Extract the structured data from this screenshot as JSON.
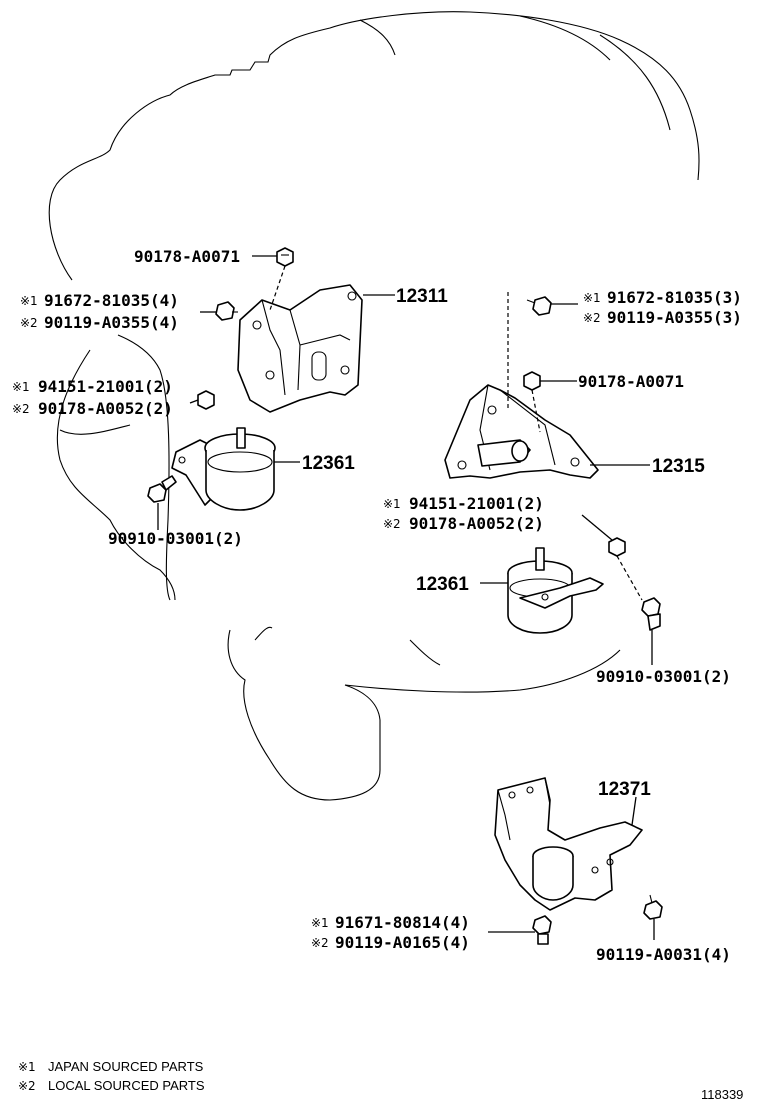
{
  "parts": {
    "p12311": "12311",
    "p12315": "12315",
    "p12361_left": "12361",
    "p12361_right": "12361",
    "p12371": "12371"
  },
  "callouts": {
    "nut_top_left": "90178-A0071",
    "bolt_left_1": "91672-81035(4)",
    "bolt_left_2": "90119-A0355(4)",
    "nut_left_1": "94151-21001(2)",
    "nut_left_2": "90178-A0052(2)",
    "bolt_left_bottom": "90910-03001(2)",
    "bolt_right_1": "91672-81035(3)",
    "bolt_right_2": "90119-A0355(3)",
    "nut_right_top": "90178-A0071",
    "nut_right_1": "94151-21001(2)",
    "nut_right_2": "90178-A0052(2)",
    "bolt_right_mid": "90910-03001(2)",
    "bolt_bottom_1": "91671-80814(4)",
    "bolt_bottom_2": "90119-A0165(4)",
    "bolt_bottom_right": "90119-A0031(4)"
  },
  "marks": {
    "m1": "※1",
    "m2": "※2"
  },
  "legend": {
    "mark1": "※1",
    "text1": "JAPAN SOURCED PARTS",
    "mark2": "※2",
    "text2": "LOCAL SOURCED PARTS"
  },
  "figure_id": "118339"
}
